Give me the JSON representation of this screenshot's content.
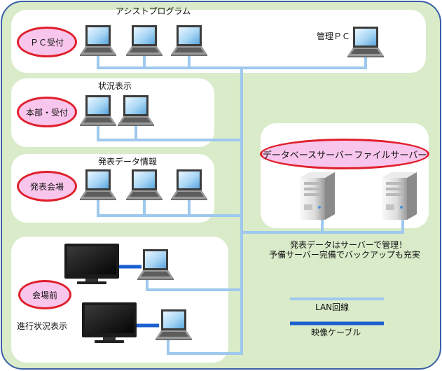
{
  "groups": {
    "assist": {
      "title": "アシストプログラム",
      "oval": "ＰＣ受付",
      "admin_label": "管理ＰＣ"
    },
    "status": {
      "title": "状況表示",
      "oval": "本部・受付"
    },
    "announce": {
      "title": "発表データ情報",
      "oval": "発表会場"
    },
    "venue": {
      "oval": "会場前",
      "progress_label": "進行状況表示"
    },
    "servers": {
      "db_label": "データベースサーバー",
      "file_label": "ファイルサーバー"
    }
  },
  "notes": {
    "line1": "発表データはサーバーで管理！",
    "line2": "予備サーバー完備でバックアップも充実"
  },
  "legend": {
    "lan": {
      "label": "LAN回線",
      "color": "#9ec8ee"
    },
    "video": {
      "label": "映像ケーブル",
      "color": "#1a5fd1"
    }
  },
  "colors": {
    "background": "#d9ebc9",
    "oval_fill": "#f8c6ec",
    "oval_stroke": "#e0202c"
  }
}
